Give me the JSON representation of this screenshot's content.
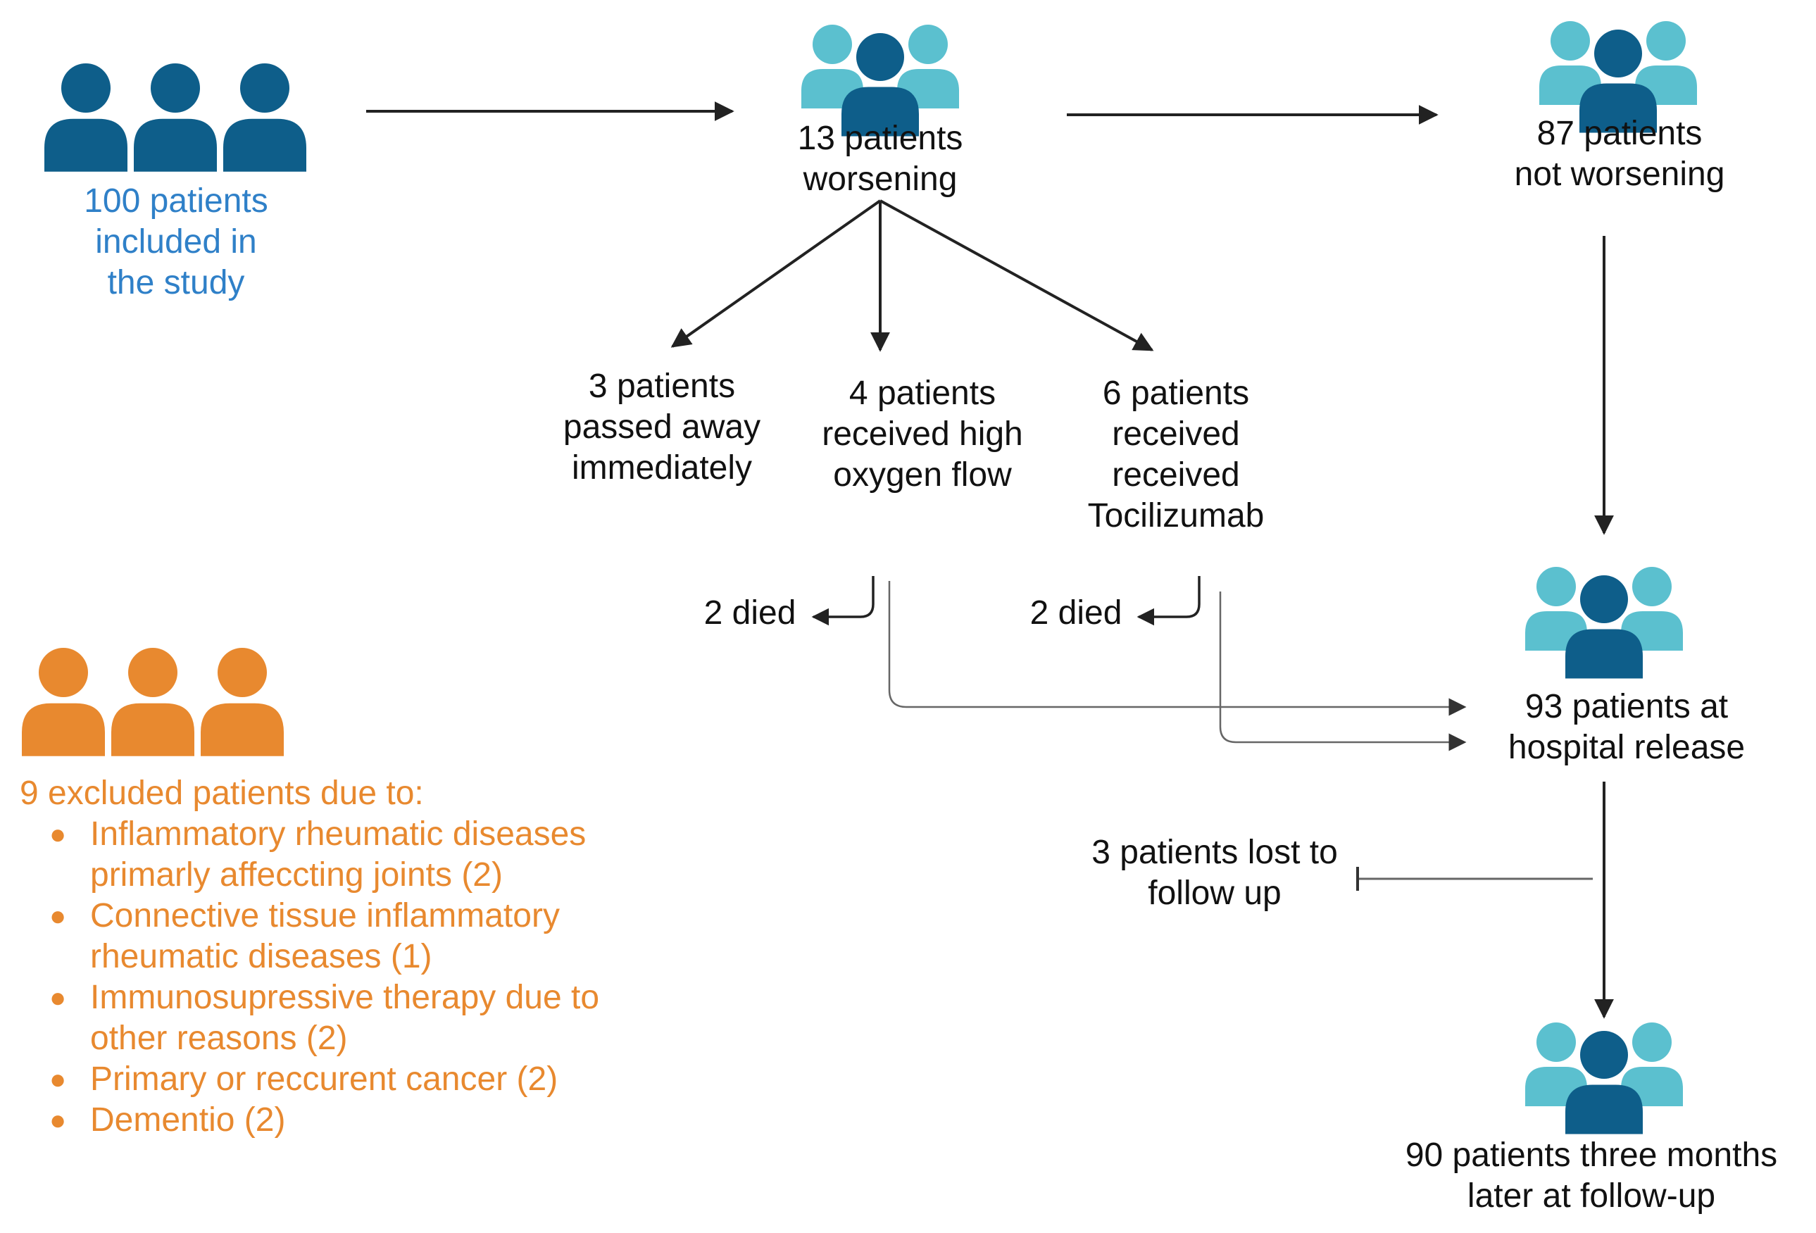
{
  "colors": {
    "dark_blue": "#0E5E8A",
    "light_blue": "#5BC0CF",
    "study_text": "#2F80C8",
    "orange": "#E8892F",
    "arrow": "#222222",
    "thin_arrow": "#555555"
  },
  "icons": {
    "included": "three-person-group-icon",
    "group": "person-group-icon",
    "excluded": "three-person-group-icon"
  },
  "nodes": {
    "included": {
      "lines": [
        "100 patients",
        "included in",
        "the study"
      ]
    },
    "worsening": {
      "lines": [
        "13 patients",
        "worsening"
      ]
    },
    "not_worsening": {
      "lines": [
        "87 patients",
        "not worsening"
      ]
    },
    "passed_away": {
      "lines": [
        "3 patients",
        "passed away",
        "immediately"
      ]
    },
    "high_oxygen": {
      "lines": [
        "4 patients",
        "received high",
        "oxygen flow"
      ]
    },
    "tocilizumab": {
      "lines": [
        "6 patients",
        "received",
        "received",
        "Tocilizumab"
      ]
    },
    "died_oxygen": {
      "text": "2 died"
    },
    "died_tocilizumab": {
      "text": "2 died"
    },
    "hospital_release": {
      "lines": [
        "93 patients at",
        "hospital release"
      ]
    },
    "lost_followup": {
      "lines": [
        "3 patients lost to",
        "follow up"
      ]
    },
    "three_months": {
      "lines": [
        "90 patients three months",
        "later at follow-up"
      ]
    }
  },
  "excluded": {
    "title": "9 excluded patients due to:",
    "items": [
      {
        "lines": [
          "Inflammatory rheumatic diseases",
          "primarly affeccting joints (2)"
        ]
      },
      {
        "lines": [
          "Connective tissue inflammatory",
          "rheumatic diseases (1)"
        ]
      },
      {
        "lines": [
          "Immunosupressive therapy due to",
          "other reasons (2)"
        ]
      },
      {
        "lines": [
          "Primary or reccurent cancer (2)"
        ]
      },
      {
        "lines": [
          "Dementio (2)"
        ]
      }
    ]
  }
}
